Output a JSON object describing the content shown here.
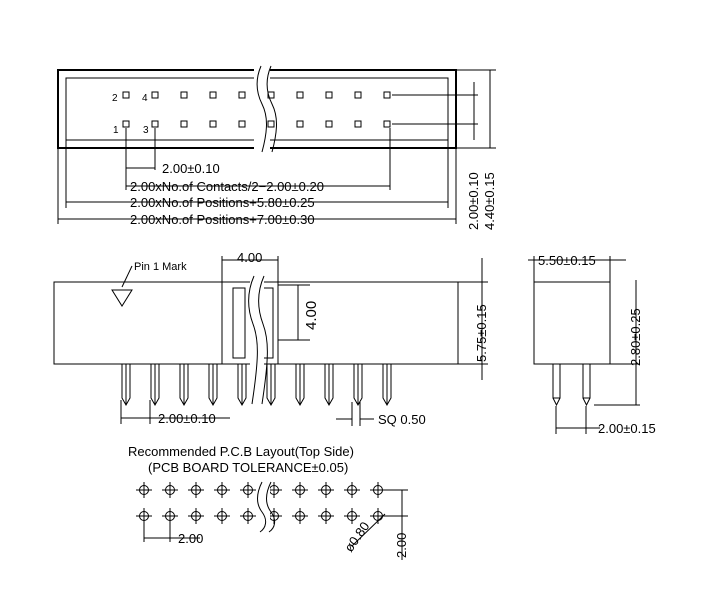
{
  "top_view": {
    "even_pin_labels": [
      "2",
      "4"
    ],
    "odd_pin_labels": [
      "1",
      "3"
    ],
    "dim_pitch": "2.00±0.10",
    "dim_contacts": "2.00xNo.of  Contacts/2−2.00±0.20",
    "dim_positions_inner": "2.00xNo.of  Positions+5.80±0.25",
    "dim_positions_outer": "2.00xNo.of  Positions+7.00±0.30",
    "dim_row_pitch": "2.00±0.10",
    "dim_body_depth": "4.40±0.15"
  },
  "front_view": {
    "pin1_mark": "Pin 1 Mark",
    "dim_key_width": "4.00",
    "dim_key_height": "4.00",
    "dim_body_height": "5.75±0.15",
    "dim_pin_pitch": "2.00±0.10",
    "dim_pin_square": "SQ  0.50"
  },
  "side_view": {
    "dim_width": "5.50±0.15",
    "dim_pin_length": "2.80±0.25",
    "dim_pin_spacing": "2.00±0.15"
  },
  "pcb_layout": {
    "title": "Recommended  P.C.B  Layout(Top  Side)",
    "subtitle": "(PCB  BOARD  TOLERANCE±0.05)",
    "dim_pitch": "2.00",
    "dim_hole": "ø0.80",
    "dim_row": "2.00"
  }
}
